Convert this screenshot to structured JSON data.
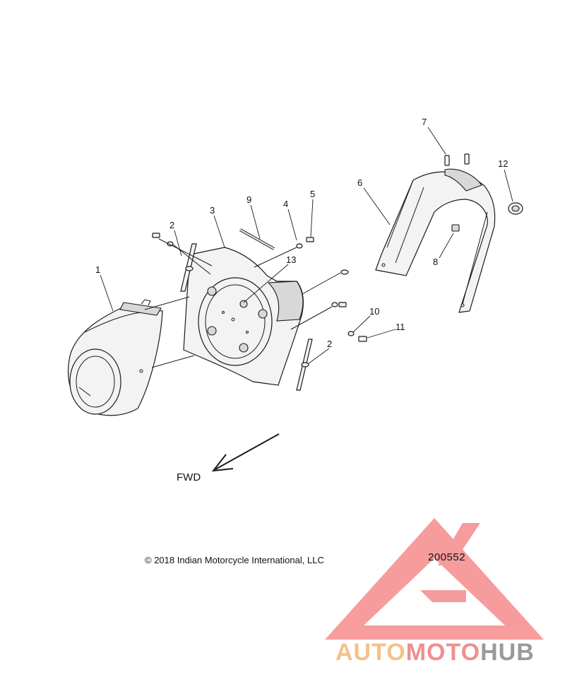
{
  "callouts": {
    "c1": "1",
    "c2a": "2",
    "c2b": "2",
    "c3": "3",
    "c4": "4",
    "c5": "5",
    "c6": "6",
    "c7": "7",
    "c8": "8",
    "c9": "9",
    "c10": "10",
    "c11": "11",
    "c12": "12",
    "c13": "13"
  },
  "fwd_label": "FWD",
  "copyright": "© 2018 Indian Motorcycle International, LLC",
  "figure_number": "200552",
  "watermark": {
    "part1": "AUTO",
    "part2": "MOTO",
    "part3": "HUB",
    "colors": {
      "logo": "#f47c7c",
      "auto": "#f6c08a",
      "moto": "#ef8f8f",
      "hub": "#9a9a9a"
    }
  }
}
